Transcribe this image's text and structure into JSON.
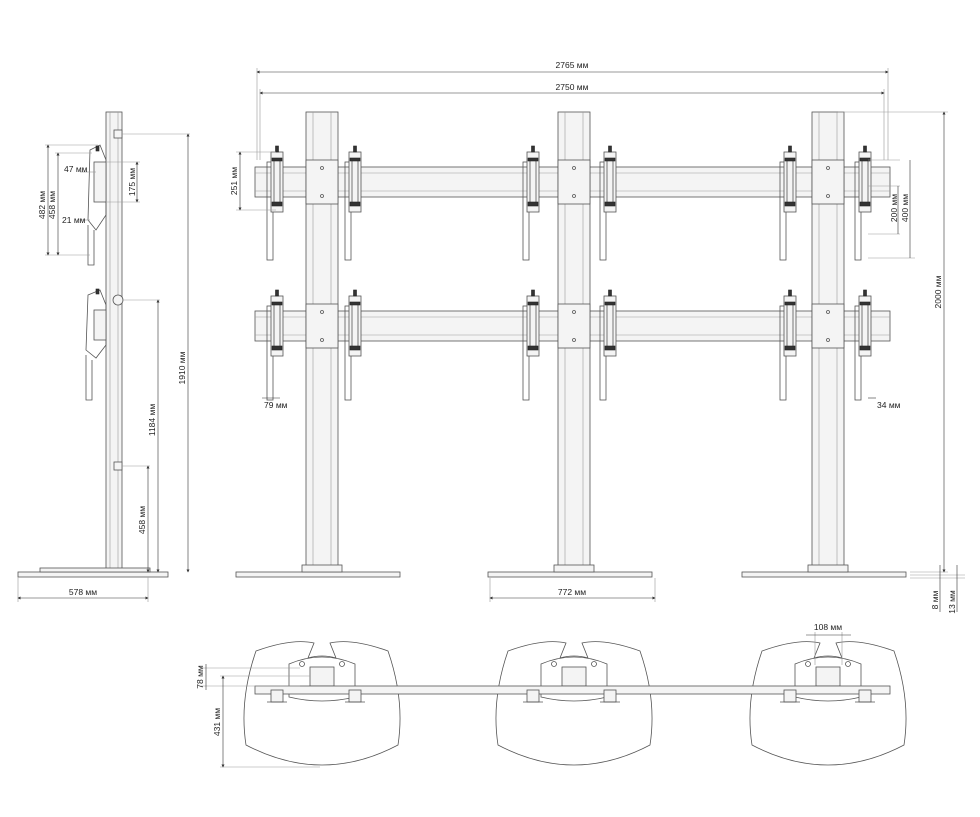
{
  "drawing": {
    "front_view": {
      "overall_width": "2765 мм",
      "rail_width": "2750 мм",
      "height": "2000 мм",
      "base_width": "772 мм",
      "bracket_height": "251 мм",
      "vesa_small": "200 мм",
      "vesa_large": "400 мм",
      "left_offset": "79 мм",
      "right_offset": "34 мм",
      "base_thickness_1": "8 мм",
      "base_thickness_2": "13 мм"
    },
    "side_view": {
      "bracket_outer": "482 мм",
      "bracket_inner": "458 мм",
      "depth_top": "47 мм",
      "depth_bottom": "21 мм",
      "bracket_spacing": "175 мм",
      "top_height": "1910 мм",
      "middle_height": "1184 мм",
      "low_height": "458 мм",
      "base_depth": "578 мм"
    },
    "top_view": {
      "bar_offset": "78 мм",
      "base_length": "431 мм",
      "plate_width": "108 мм"
    }
  }
}
